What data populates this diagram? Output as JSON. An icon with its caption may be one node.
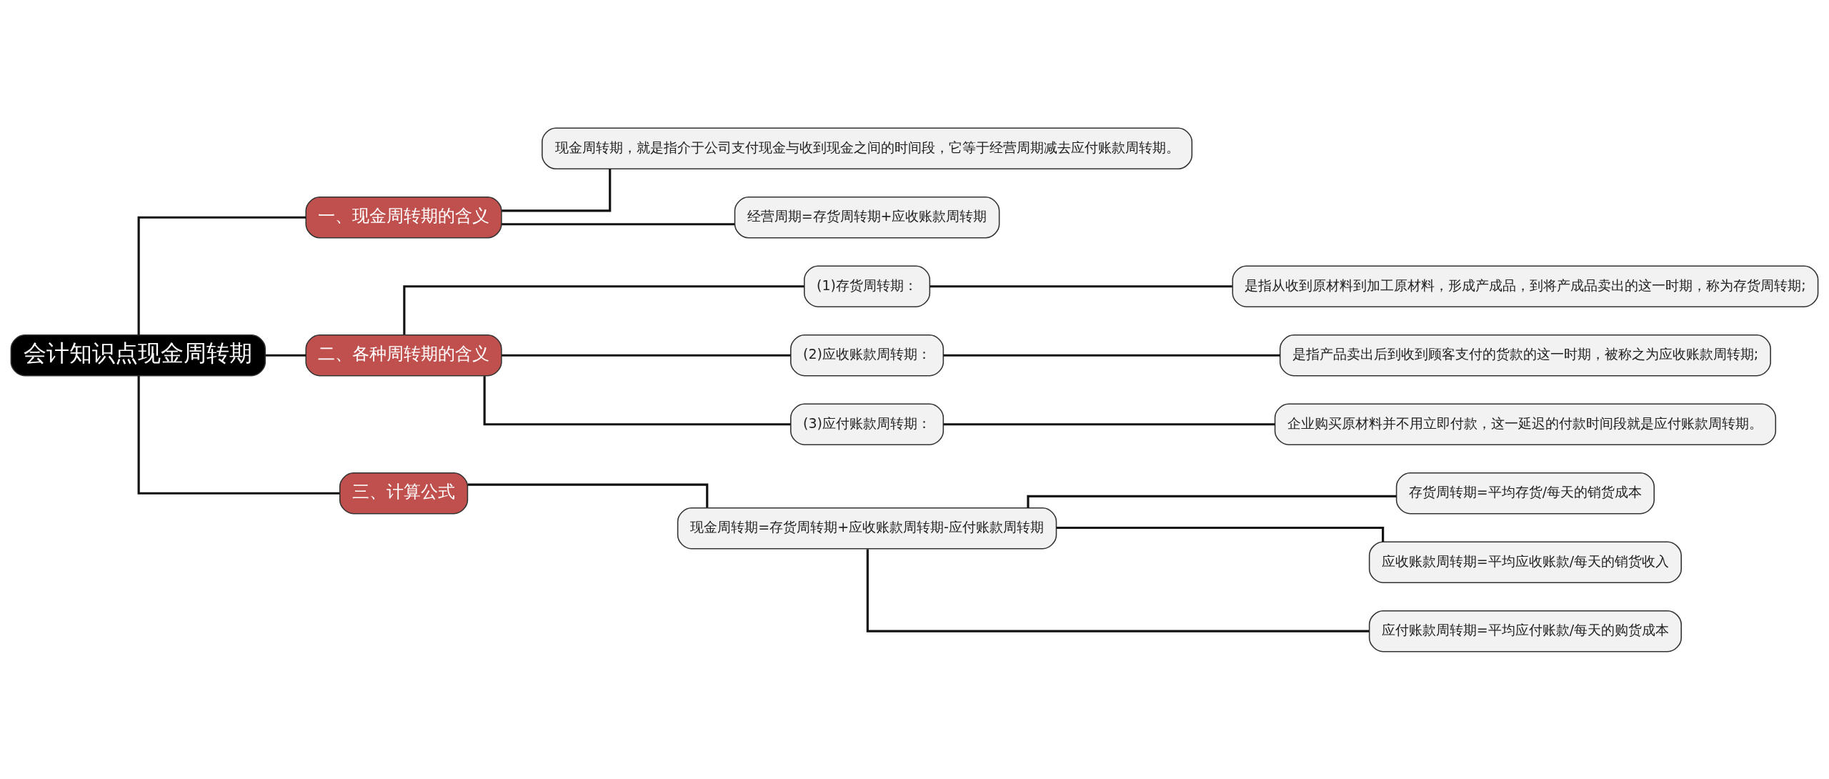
{
  "diagram": {
    "nodes": [
      {
        "text": [
          "会计知识点现金周转期"
        ]
      },
      {
        "text": [
          "一、现金周转期的含义"
        ]
      },
      {
        "text": [
          "现金周转期，就是指介于公司支付现金与收到现金之间的时间段，它等于经营周期减去应付账款周转期。"
        ]
      },
      {
        "text": [
          "经营周期=存货周转期+应收账款周转期"
        ]
      },
      {
        "text": [
          "二、各种周转期的含义"
        ]
      },
      {
        "text": [
          "(1)存货周转期："
        ]
      },
      {
        "text": [
          "是指从收到原材料到加工原材料，形成产成品，到将产成品卖出的这一时期，称为存货周转期;"
        ]
      },
      {
        "text": [
          "(2)应收账款周转期："
        ]
      },
      {
        "text": [
          "是指产品卖出后到收到顾客支付的货款的这一时期，被称之为应收账款周转期;"
        ]
      },
      {
        "text": [
          "(3)应付账款周转期："
        ]
      },
      {
        "text": [
          "企业购买原材料并不用立即付款，这一延迟的付款时间段就是应付账款周转期。"
        ]
      },
      {
        "text": [
          "三、计算公式"
        ]
      },
      {
        "text": [
          "现金周转期=存货周转期+应收账款周转期-应付账款周转期"
        ]
      },
      {
        "text": [
          "存货周转期=平均存货/每天的销货成本"
        ]
      },
      {
        "text": [
          "应收账款周转期=平均应收账款/每天的销货收入"
        ]
      },
      {
        "text": [
          "应付账款周转期=平均应付账款/每天的购货成本"
        ]
      }
    ],
    "edges": [
      {
        "from": 0,
        "to": 1,
        "arrow": "none"
      },
      {
        "from": 1,
        "to": 2,
        "arrow": "none"
      },
      {
        "from": 1,
        "to": 3,
        "arrow": "none"
      },
      {
        "from": 0,
        "to": 4,
        "arrow": "none"
      },
      {
        "from": 4,
        "to": 5,
        "arrow": "none"
      },
      {
        "from": 5,
        "to": 6,
        "arrow": "none"
      },
      {
        "from": 4,
        "to": 7,
        "arrow": "none"
      },
      {
        "from": 7,
        "to": 8,
        "arrow": "none"
      },
      {
        "from": 4,
        "to": 9,
        "arrow": "none"
      },
      {
        "from": 9,
        "to": 10,
        "arrow": "none"
      },
      {
        "from": 0,
        "to": 11,
        "arrow": "none"
      },
      {
        "from": 11,
        "to": 12,
        "arrow": "none"
      },
      {
        "from": 12,
        "to": 13,
        "arrow": "none"
      },
      {
        "from": 12,
        "to": 14,
        "arrow": "none"
      },
      {
        "from": 12,
        "to": 15,
        "arrow": "none"
      }
    ]
  }
}
